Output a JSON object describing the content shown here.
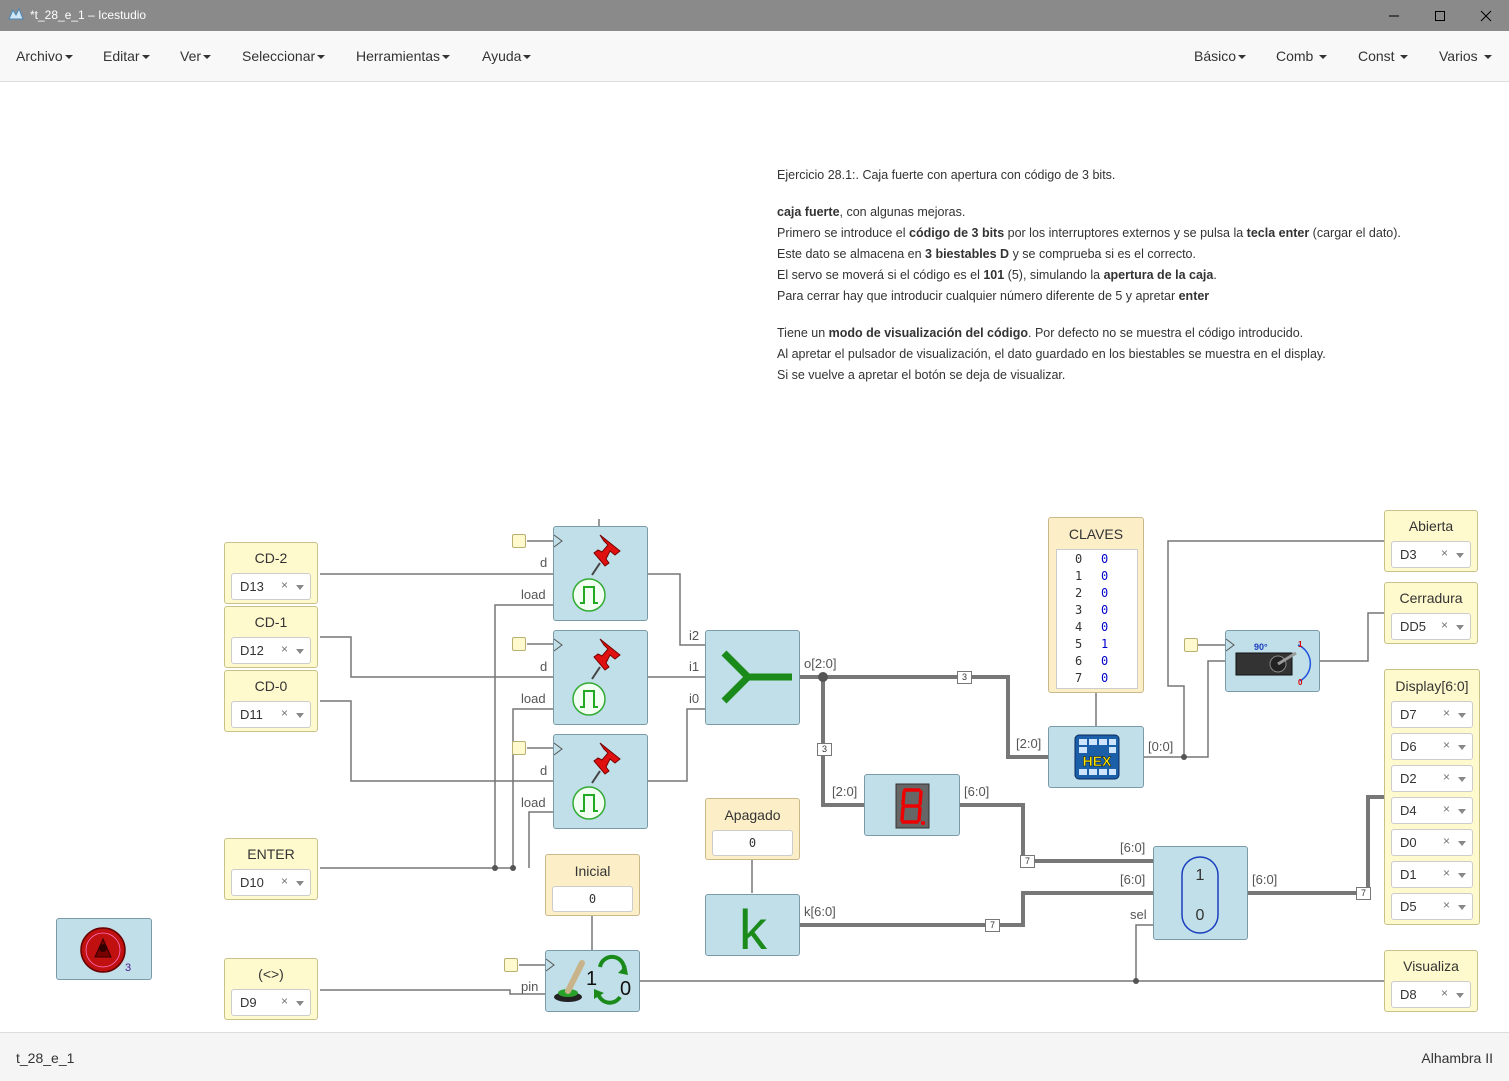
{
  "window": {
    "title": "*t_28_e_1 – Icestudio",
    "app_icon": "icestudio-logo-icon"
  },
  "menubar": {
    "left": [
      "Archivo",
      "Editar",
      "Ver",
      "Seleccionar",
      "Herramientas",
      "Ayuda"
    ],
    "right": [
      "Básico",
      "Comb",
      "Const",
      "Varios"
    ]
  },
  "info": {
    "l1": "Ejercicio 28.1:. Caja fuerte con apertura con código de 3 bits.",
    "l2b": "caja fuerte",
    "l2": ", con algunas mejoras.",
    "l3a": "Primero se introduce el ",
    "l3b": "código de 3 bits",
    "l3c": " por los interruptores externos y se pulsa la ",
    "l3d": "tecla enter",
    "l3e": " (cargar el dato).",
    "l4a": "Este dato se almacena en ",
    "l4b": "3 biestables D",
    "l4c": " y se comprueba si es el correcto.",
    "l5a": "El servo se moverá si el código es el ",
    "l5b": "101",
    "l5c": " (5), simulando la ",
    "l5d": "apertura de la caja",
    "l5e": ".",
    "l6a": "Para cerrar hay que introducir cualquier número diferente de 5 y apretar ",
    "l6b": "enter",
    "l7a": "Tiene un ",
    "l7b": "modo de visualización del código",
    "l7c": ". Por defecto no se muestra el código introducido.",
    "l8": "Al apretar el pulsador de visualización, el dato guardado en los biestables se muestra en el display.",
    "l9": "Si se vuelve a apretar el botón se deja de visualizar."
  },
  "inputs": {
    "cd2": {
      "label": "CD-2",
      "pin": "D13"
    },
    "cd1": {
      "label": "CD-1",
      "pin": "D12"
    },
    "cd0": {
      "label": "CD-0",
      "pin": "D11"
    },
    "enter": {
      "label": "ENTER",
      "pin": "D10"
    },
    "vis": {
      "label": "(<>)",
      "pin": "D9"
    }
  },
  "outputs": {
    "abierta": {
      "label": "Abierta",
      "pin": "D3"
    },
    "cerradura": {
      "label": "Cerradura",
      "pin": "DD5"
    },
    "visualiza": {
      "label": "Visualiza",
      "pin": "D8"
    },
    "display": {
      "label": "Display[6:0]",
      "pins": [
        "D7",
        "D6",
        "D2",
        "D4",
        "D0",
        "D1",
        "D5"
      ]
    }
  },
  "constants": {
    "inicial": {
      "label": "Inicial",
      "value": "0"
    },
    "apagado": {
      "label": "Apagado",
      "value": "0"
    }
  },
  "claves": {
    "label": "CLAVES",
    "rows": [
      [
        "0",
        "0"
      ],
      [
        "1",
        "0"
      ],
      [
        "2",
        "0"
      ],
      [
        "3",
        "0"
      ],
      [
        "4",
        "0"
      ],
      [
        "5",
        "1"
      ],
      [
        "6",
        "0"
      ],
      [
        "7",
        "0"
      ]
    ]
  },
  "ports": {
    "d": "d",
    "load": "load",
    "pin": "pin",
    "i2": "i2",
    "i1": "i1",
    "i0": "i0",
    "o20": "o[2:0]",
    "in20": "[2:0]",
    "in20b": "[2:0]",
    "out00": "[0:0]",
    "out60": "[6:0]",
    "mux_in1": "[6:0]",
    "mux_in0": "[6:0]",
    "mux_out": "[6:0]",
    "sel": "sel",
    "k60": "k[6:0]"
  },
  "badges": {
    "b3a": "3",
    "b3b": "3",
    "b7a": "7",
    "b7b": "7",
    "b7c": "7"
  },
  "blocks": {
    "k_label": "k",
    "mux_one": "1",
    "mux_zero": "0",
    "toggle_one": "1",
    "toggle_zero": "0",
    "servo_deg": "90°",
    "servo_one": "1",
    "servo_zero": "0",
    "hex_label": "HEX",
    "logo_num": "3"
  },
  "status": {
    "left": "t_28_e_1",
    "right": "Alhambra II"
  },
  "colors": {
    "io_fill": "#fffacd",
    "block_fill": "#c0dfe8",
    "const_fill": "#fcefc8",
    "wire": "#777777",
    "bus": "#777777",
    "title_bar": "#8a8a8a"
  }
}
